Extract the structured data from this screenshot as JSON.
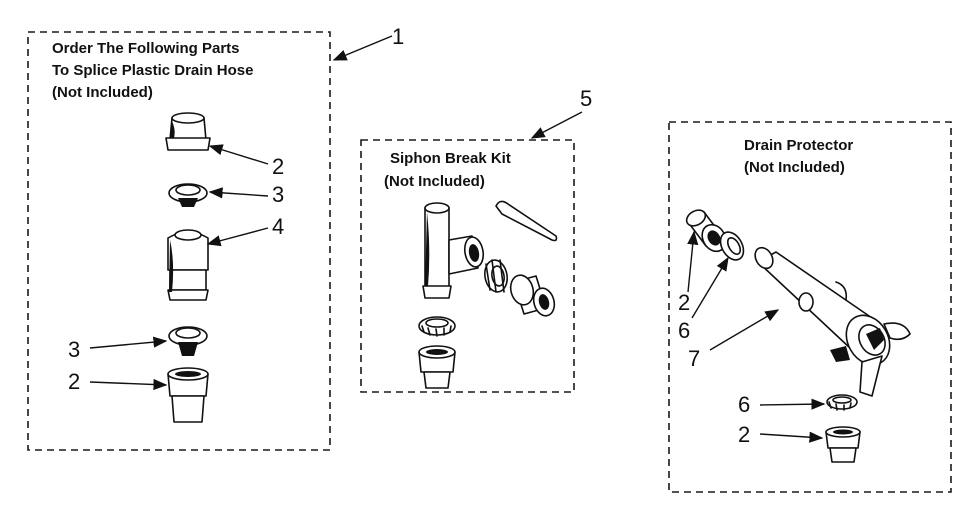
{
  "kit1": {
    "heading_line1": "Order The Following Parts",
    "heading_line2": "To Splice Plastic Drain Hose",
    "heading_line3": "(Not Included)",
    "ref": "1"
  },
  "kit5": {
    "heading_line1": "Siphon Break Kit",
    "heading_line2": "(Not Included)",
    "ref": "5"
  },
  "kit_drain": {
    "heading_line1": "Drain Protector",
    "heading_line2": "(Not Included)"
  },
  "callouts": {
    "k1_top_2": "2",
    "k1_top_3": "3",
    "k1_4": "4",
    "k1_bot_3": "3",
    "k1_bot_2": "2",
    "dp_2": "2",
    "dp_6": "6",
    "dp_7": "7",
    "dp_low_6": "6",
    "dp_low_2": "2"
  }
}
